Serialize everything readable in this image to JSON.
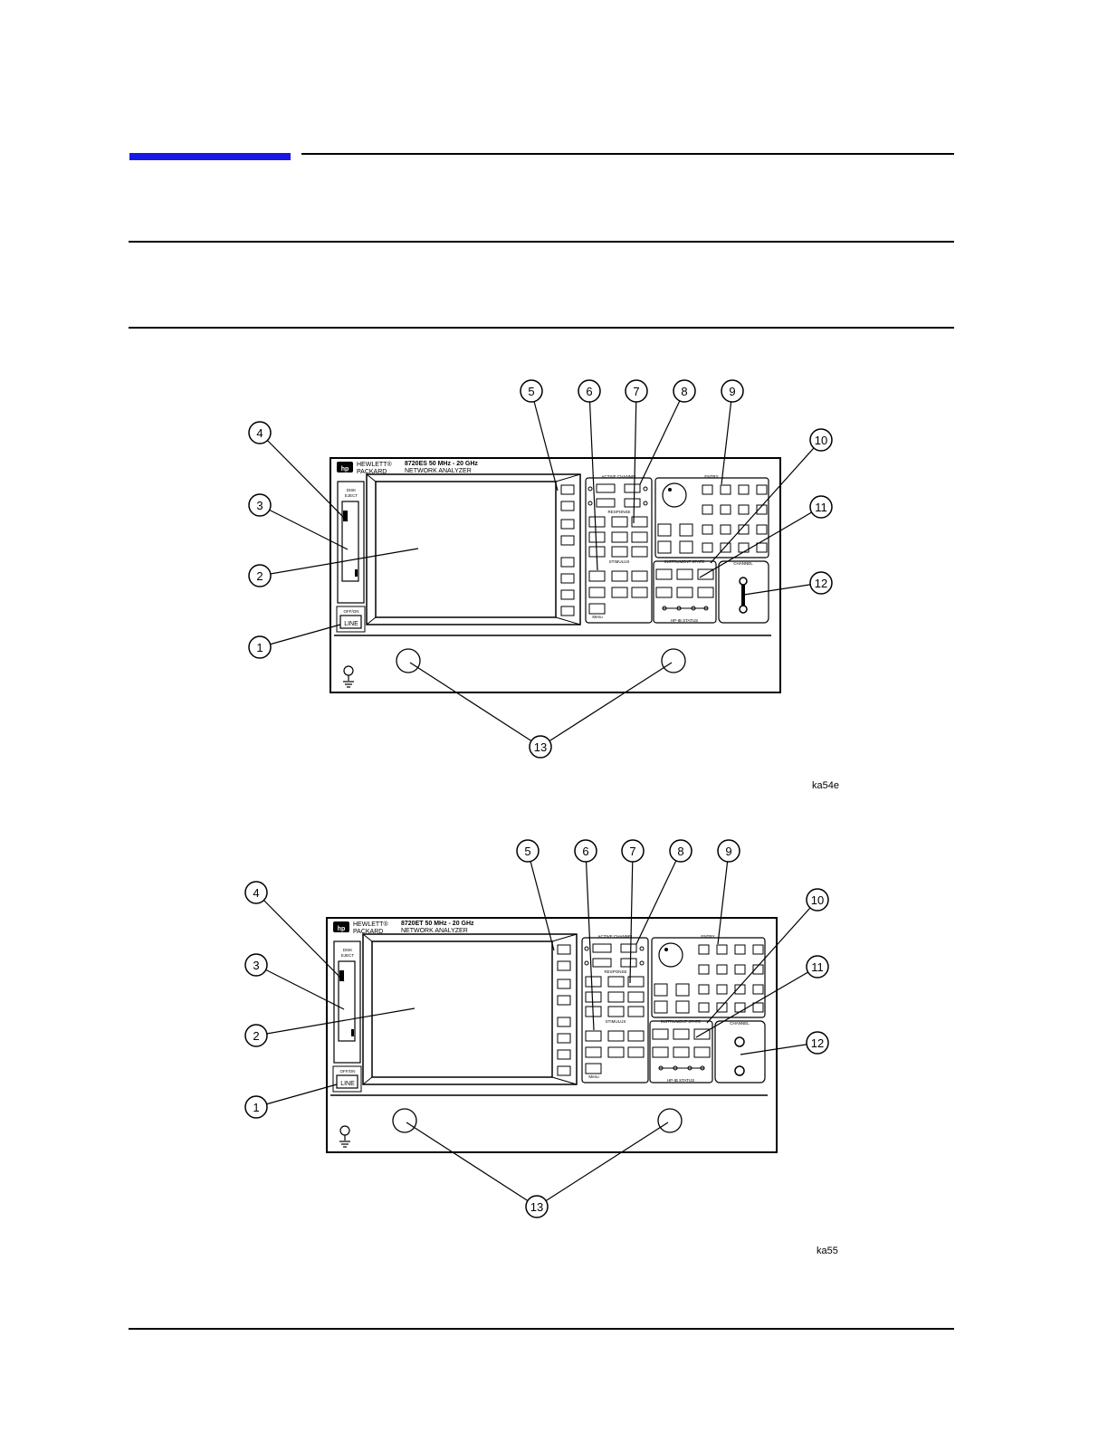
{
  "colors": {
    "accent": "#1818e6",
    "ink": "#000000",
    "panel": "#ffffff"
  },
  "figures": [
    {
      "model_line": "8720ES 50 MHz - 20 GHz",
      "product": "NETWORK ANALYZER",
      "figure_code": "ka54e",
      "brand": [
        "HEWLETT®",
        "PACKARD"
      ],
      "callouts": [
        "1",
        "2",
        "3",
        "4",
        "5",
        "6",
        "7",
        "8",
        "9",
        "10",
        "11",
        "12",
        "13"
      ],
      "test_port_style": "slot"
    },
    {
      "model_line": "8720ET 50 MHz - 20 GHz",
      "product": "NETWORK ANALYZER",
      "figure_code": "ka55",
      "brand": [
        "HEWLETT®",
        "PACKARD"
      ],
      "callouts": [
        "1",
        "2",
        "3",
        "4",
        "5",
        "6",
        "7",
        "8",
        "9",
        "10",
        "11",
        "12",
        "13"
      ],
      "test_port_style": "two-ports"
    }
  ],
  "panel_labels": {
    "disk_eject": [
      "DISK",
      "EJECT"
    ],
    "power": "OFF/ON",
    "line": "LINE",
    "active_channel": "ACTIVE CHANNEL",
    "response": "RESPONSE",
    "stimulus": "STIMULUS",
    "entry": "ENTRY",
    "instrument_state": "INSTRUMENT STATE",
    "channel_port": "CHANNEL",
    "hpib_status": "HP-IB STATUS",
    "menu": "Menu"
  }
}
